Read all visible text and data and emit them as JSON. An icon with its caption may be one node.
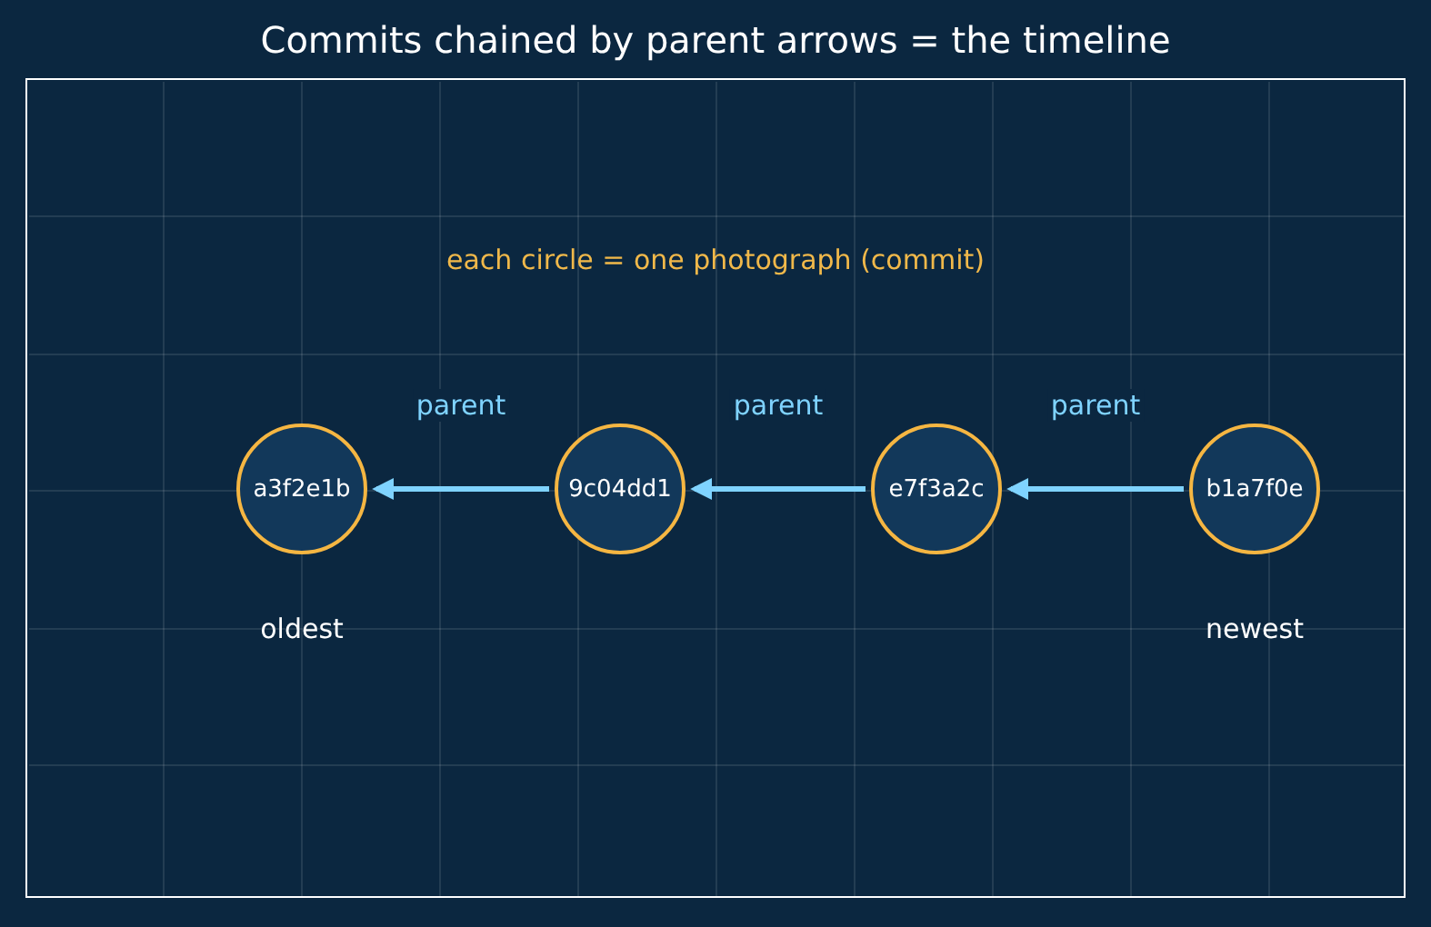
{
  "diagram": {
    "title": "Commits chained by parent arrows = the timeline",
    "nodes": [
      {
        "text": [
          "a3f2e1b"
        ],
        "beside": [
          "oldest"
        ]
      },
      {
        "text": [
          "9c04dd1"
        ]
      },
      {
        "text": [
          "e7f3a2c"
        ]
      },
      {
        "text": [
          "b1a7f0e"
        ],
        "beside": [
          "newest"
        ]
      }
    ],
    "edges": [
      {
        "from": 1,
        "to": 0,
        "arrow": "to",
        "label": "parent"
      },
      {
        "from": 2,
        "to": 1,
        "arrow": "to",
        "label": "parent"
      },
      {
        "from": 3,
        "to": 2,
        "arrow": "to",
        "label": "parent"
      }
    ],
    "labels": [
      "each circle = one photograph (commit)"
    ]
  }
}
